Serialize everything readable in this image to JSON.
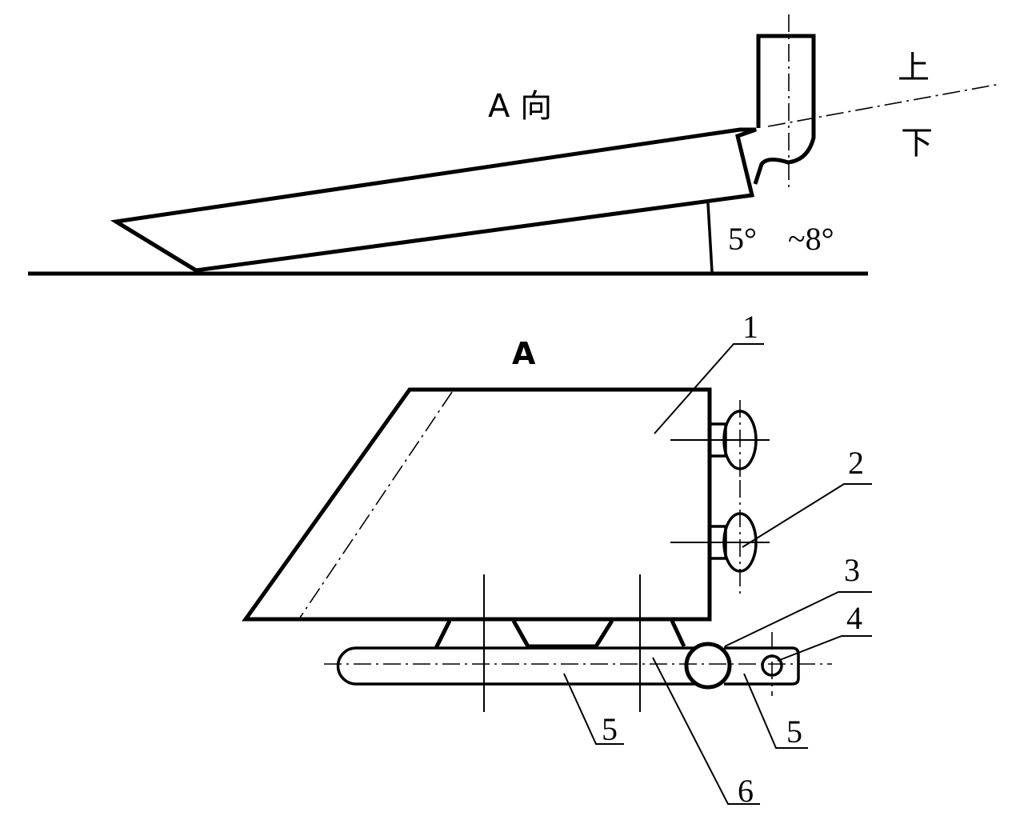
{
  "top_view": {
    "view_label": "A 向",
    "up_label": "上",
    "down_label": "下",
    "angle_from": "5°",
    "angle_to": "~8°"
  },
  "bottom_view": {
    "view_label": "A",
    "callouts": [
      "1",
      "2",
      "3",
      "4",
      "5",
      "5",
      "6"
    ]
  }
}
